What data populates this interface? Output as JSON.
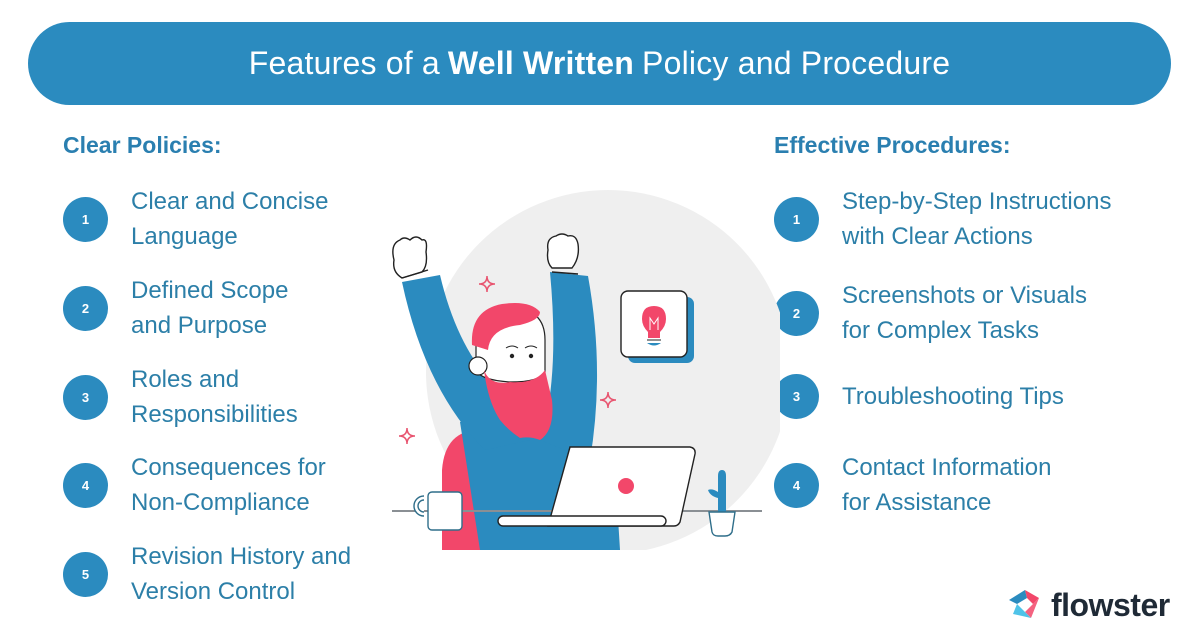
{
  "banner": {
    "title_prefix": "Features of a",
    "title_bold": "Well Written",
    "title_suffix": "Policy and Procedure",
    "background_color": "#2b8bbf"
  },
  "left_section": {
    "title": "Clear Policies:",
    "items": [
      {
        "number": "1",
        "lines": [
          "Clear and Concise",
          "Language"
        ]
      },
      {
        "number": "2",
        "lines": [
          "Defined Scope",
          "and Purpose"
        ]
      },
      {
        "number": "3",
        "lines": [
          "Roles and",
          "Responsibilities"
        ]
      },
      {
        "number": "4",
        "lines": [
          "Consequences for",
          "Non-Compliance"
        ]
      },
      {
        "number": "5",
        "lines": [
          "Revision History and",
          "Version Control"
        ]
      }
    ]
  },
  "right_section": {
    "title": "Effective Procedures:",
    "items": [
      {
        "number": "1",
        "lines": [
          "Step-by-Step Instructions",
          "with Clear Actions"
        ]
      },
      {
        "number": "2",
        "lines": [
          "Screenshots or Visuals",
          "for Complex Tasks"
        ]
      },
      {
        "number": "3",
        "lines": [
          "Troubleshooting Tips"
        ]
      },
      {
        "number": "4",
        "lines": [
          "Contact Information",
          "for Assistance"
        ]
      }
    ]
  },
  "illustration": {
    "subject": "celebrating-bearded-man-at-laptop",
    "icons": [
      "lightbulb-icon",
      "sparkle-icon",
      "coffee-mug-icon",
      "cactus-icon",
      "laptop-icon"
    ]
  },
  "logo": {
    "text": "flowster",
    "icon": "flowster-logo-icon"
  },
  "colors": {
    "accent_blue": "#2b8bbf",
    "text_blue": "#2c7fa8",
    "accent_pink": "#f2476a",
    "circle_grey": "#efefef",
    "logo_dark": "#1f2a36"
  }
}
